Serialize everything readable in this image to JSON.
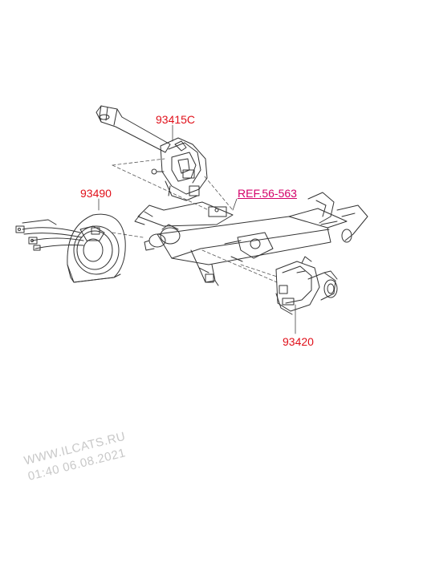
{
  "labels": {
    "multifunction_switch": "93415C",
    "clock_spring": "93490",
    "column_reference": "REF.56-563",
    "combination_switch": "93420"
  },
  "watermark": {
    "line1": "WWW.ILCATS.RU",
    "line2": "01:40 06.08.2021"
  },
  "colors": {
    "part_label": "#e0101a",
    "reference_label": "#d4006a",
    "line_art": "#333333",
    "watermark": "#c8c8c8"
  }
}
